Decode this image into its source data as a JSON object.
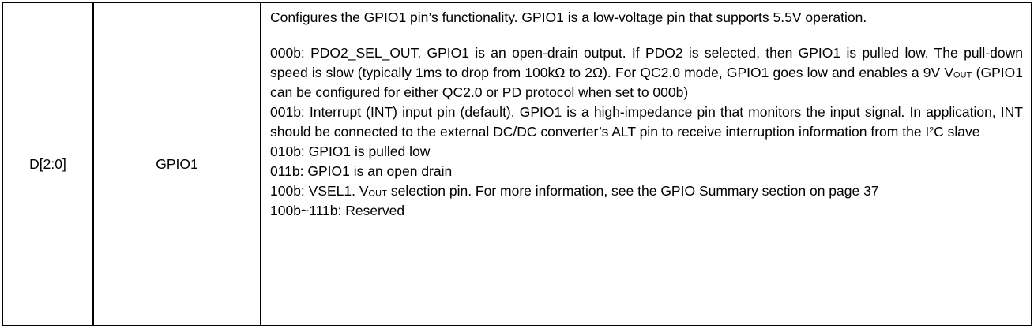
{
  "register_table": {
    "bits": "D[2:0]",
    "name": "GPIO1",
    "description": {
      "intro": "Configures the GPIO1 pin’s functionality. GPIO1 is a low-voltage pin that supports 5.5V operation.",
      "opt000": {
        "pre": "000b: PDO2_SEL_OUT. GPIO1 is an open-drain output. If PDO2 is selected, then GPIO1 is pulled low. The pull-down speed is slow (typically 1ms to drop from 100kΩ to 2Ω). For QC2.0 mode, GPIO1 goes low and enables a 9V V",
        "sub": "OUT",
        "post": " (GPIO1 can be configured for either QC2.0 or PD protocol when set to 000b)"
      },
      "opt001": {
        "pre": "001b: Interrupt (INT) input pin (default). GPIO1 is a high-impedance pin that monitors the input signal. In application, INT should be connected to the external DC/DC converter’s ALT pin to receive interruption information from the I",
        "sup": "2",
        "post": "C slave"
      },
      "opt010": "010b: GPIO1 is pulled low",
      "opt011": "011b: GPIO1 is an open drain",
      "opt100": {
        "pre": "100b: VSEL1. V",
        "sub": "OUT",
        "post": " selection pin. For more information, see the GPIO Summary section on page 37"
      },
      "opt_reserved": "100b~111b: Reserved"
    }
  },
  "colors": {
    "border": "#000000",
    "background": "#ffffff",
    "text": "#000000"
  }
}
